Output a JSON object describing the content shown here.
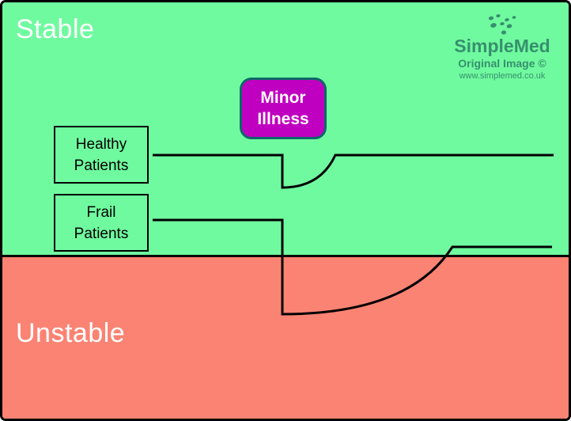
{
  "colors": {
    "stable_bg": "#70FA9F",
    "unstable_bg": "#FB8373",
    "minor_fill": "#C000C0",
    "minor_border": "#0D6868",
    "line": "#000000",
    "region_label": "#FFFFFF",
    "box_text": "#000000",
    "watermark": "#36906E"
  },
  "regions": {
    "stable": {
      "label": "Stable"
    },
    "unstable": {
      "label": "Unstable"
    }
  },
  "nodes": {
    "minor_illness": {
      "lines": [
        "Minor",
        "Illness"
      ]
    },
    "healthy_patients": {
      "lines": [
        "Healthy",
        "Patients"
      ]
    },
    "frail_patients": {
      "lines": [
        "Frail",
        "Patients"
      ]
    }
  },
  "watermark": {
    "brand": "SimpleMed",
    "subtitle": "Original Image ©",
    "url": "www.simplemed.co.uk"
  }
}
